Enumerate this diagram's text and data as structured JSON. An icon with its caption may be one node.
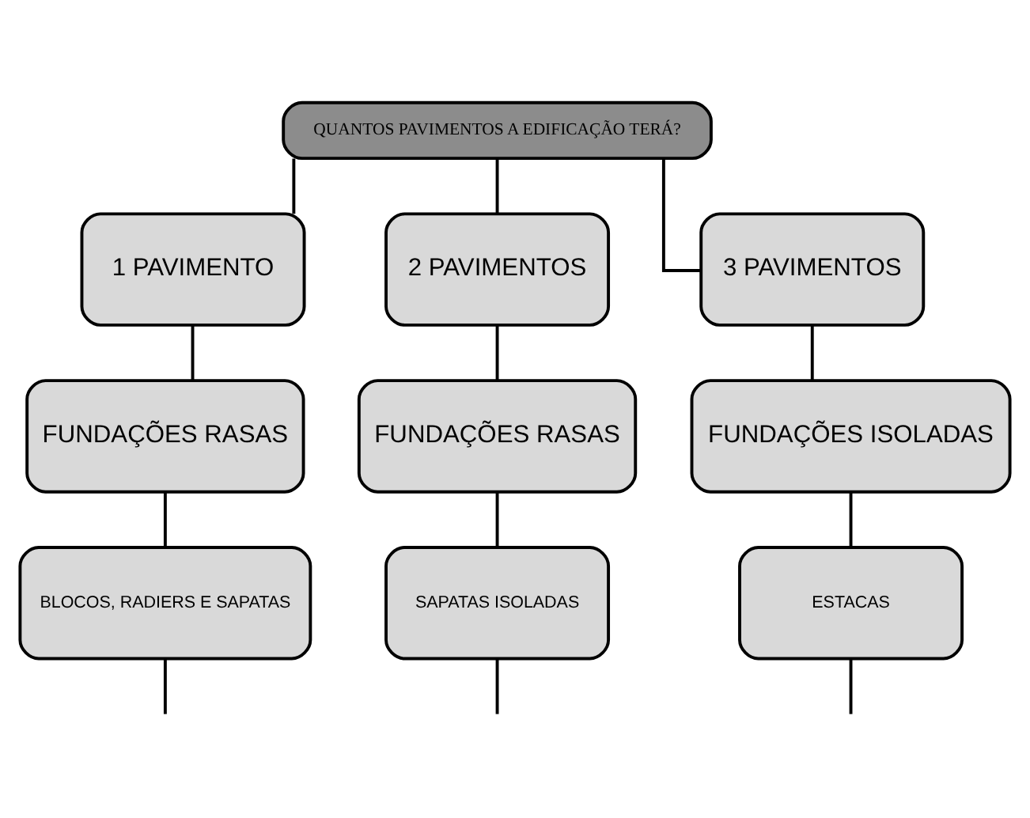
{
  "diagram": {
    "nodes": [
      {
        "text": [
          "QUANTOS PAVIMENTOS A EDIFICAÇÃO TERÁ?"
        ]
      },
      {
        "text": [
          "1 PAVIMENTO"
        ]
      },
      {
        "text": [
          "2 PAVIMENTOS"
        ]
      },
      {
        "text": [
          "3 PAVIMENTOS"
        ]
      },
      {
        "text": [
          "FUNDAÇÕES RASAS"
        ]
      },
      {
        "text": [
          "FUNDAÇÕES RASAS"
        ]
      },
      {
        "text": [
          "FUNDAÇÕES ISOLADAS"
        ]
      },
      {
        "text": [
          "BLOCOS, RADIERS E SAPATAS"
        ]
      },
      {
        "text": [
          "SAPATAS ISOLADAS"
        ]
      },
      {
        "text": [
          "ESTACAS"
        ]
      }
    ],
    "edges": [
      {
        "from": 0,
        "to": 1,
        "arrow": "none"
      },
      {
        "from": 0,
        "to": 2,
        "arrow": "none"
      },
      {
        "from": 0,
        "to": 3,
        "arrow": "none"
      },
      {
        "from": 1,
        "to": 4,
        "arrow": "none"
      },
      {
        "from": 2,
        "to": 5,
        "arrow": "none"
      },
      {
        "from": 3,
        "to": 6,
        "arrow": "none"
      },
      {
        "from": 4,
        "to": 7,
        "arrow": "none"
      },
      {
        "from": 5,
        "to": 8,
        "arrow": "none"
      },
      {
        "from": 6,
        "to": 9,
        "arrow": "none"
      },
      {
        "from": 7,
        "to": null,
        "arrow": "none"
      },
      {
        "from": 8,
        "to": null,
        "arrow": "none"
      },
      {
        "from": 9,
        "to": null,
        "arrow": "none"
      }
    ]
  }
}
